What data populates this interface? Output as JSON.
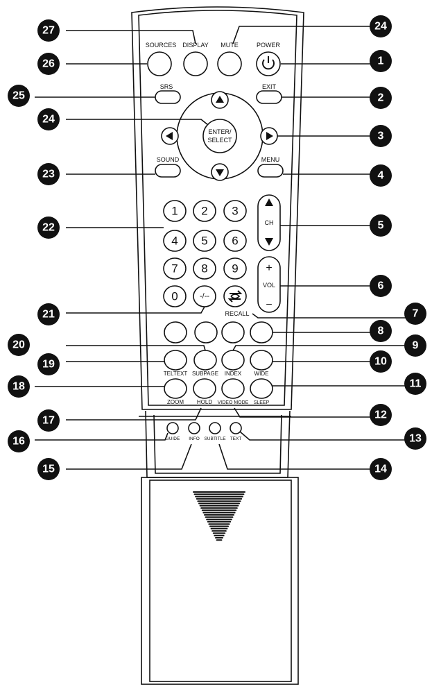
{
  "buttons": {
    "sources": "SOURCES",
    "display": "DISPLAY",
    "mute": "MUTE",
    "power": "POWER",
    "srs": "SRS",
    "exit": "EXIT",
    "enter_line1": "ENTER/",
    "enter_line2": "SELECT",
    "sound": "SOUND",
    "menu": "MENU",
    "ch": "CH",
    "vol": "VOL",
    "vol_plus": "+",
    "vol_minus": "–",
    "recall": "RECALL",
    "digits": [
      "1",
      "2",
      "3",
      "4",
      "5",
      "6",
      "7",
      "8",
      "9",
      "0"
    ],
    "dash": "-/--",
    "teltext": "TELTEXT",
    "subpage": "SUBPAGE",
    "index": "INDEX",
    "wide": "WIDE",
    "zoom": "ZOOM",
    "hold": "HOLD",
    "video_mode": "VIDEO MODE",
    "sleep": "SLEEP",
    "guide": "GUIDE",
    "info": "INFO",
    "subtitle": "SUBTITLE",
    "text": "TEXT"
  },
  "callouts": [
    "1",
    "2",
    "3",
    "4",
    "5",
    "6",
    "7",
    "8",
    "9",
    "10",
    "11",
    "12",
    "13",
    "14",
    "15",
    "16",
    "17",
    "18",
    "19",
    "20",
    "21",
    "22",
    "23",
    "24",
    "24",
    "25",
    "26",
    "27"
  ]
}
